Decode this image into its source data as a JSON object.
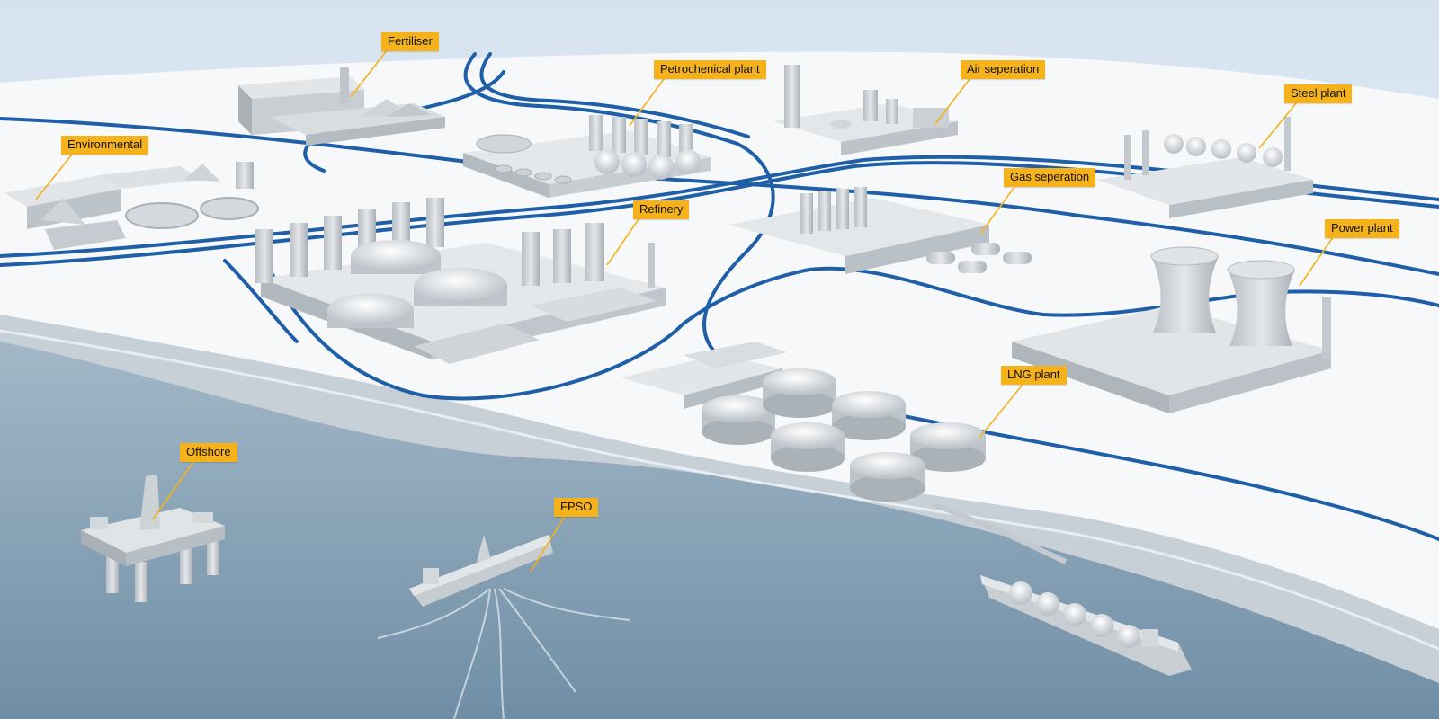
{
  "labels": {
    "fertiliser": "Fertiliser",
    "petrochemical": "Petrochenical plant",
    "air": "Air seperation",
    "steel": "Steel plant",
    "environmental": "Environmental",
    "gas": "Gas seperation",
    "refinery": "Refinery",
    "power": "Power plant",
    "lng": "LNG plant",
    "offshore": "Offshore",
    "fpso": "FPSO"
  },
  "colors": {
    "label_bg": "#f5b21a",
    "pipeline": "#1f5fa8",
    "sea": "#7f9bb0",
    "land": "#f6f8fa",
    "building": "#c9ced2"
  }
}
